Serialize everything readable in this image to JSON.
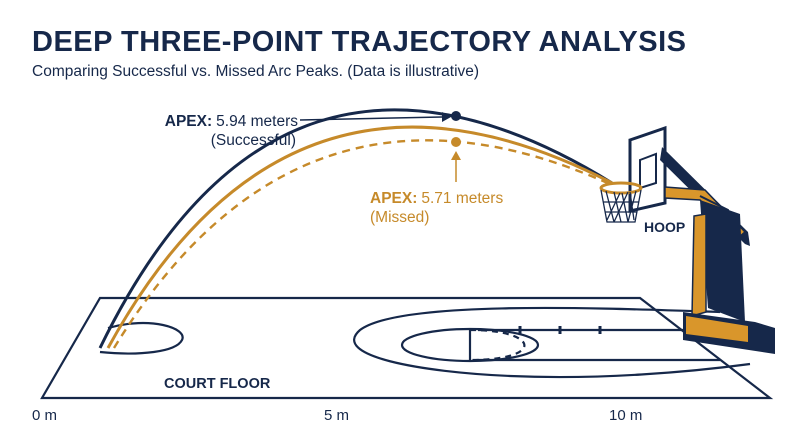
{
  "header": {
    "title": "DEEP THREE-POINT TRAJECTORY ANALYSIS",
    "subtitle": "Comparing Successful vs. Missed Arc Peaks. (Data is illustrative)"
  },
  "annotations": {
    "successful": {
      "prefix": "APEX:",
      "value": "5.94 meters",
      "status": "(Successful)",
      "color": "#16284a"
    },
    "missed": {
      "prefix": "APEX:",
      "value": "5.71 meters",
      "status": "(Missed)",
      "color": "#c68a2a"
    }
  },
  "labels": {
    "hoop": "HOOP",
    "court_floor": "COURT FLOOR"
  },
  "axis": {
    "ticks": [
      "0 m",
      "5 m",
      "10 m"
    ]
  },
  "colors": {
    "navy": "#16284a",
    "gold": "#c68a2a",
    "gold_fill": "#d9962b"
  }
}
